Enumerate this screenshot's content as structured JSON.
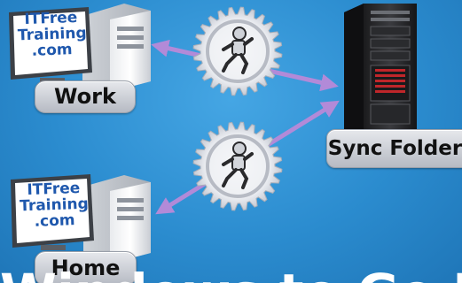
{
  "nodes": {
    "work": {
      "logo_lines": [
        "ITFree",
        "Training",
        ".com"
      ],
      "label": "Work"
    },
    "home": {
      "logo_lines": [
        "ITFree",
        "Training",
        ".com"
      ],
      "label": "Home"
    },
    "server": {
      "label": "Sync Folder"
    }
  },
  "caption_partial": "Windows to Go Enterprise",
  "colors": {
    "background": "#2b8ccf",
    "arrow": "#b28ad8",
    "logo_text": "#1f58ad",
    "label_text": "#111111"
  },
  "icons": [
    "desktop-computer-icon",
    "server-tower-icon",
    "gear-icon",
    "runner-robot-icon",
    "sync-arrow-icon"
  ]
}
